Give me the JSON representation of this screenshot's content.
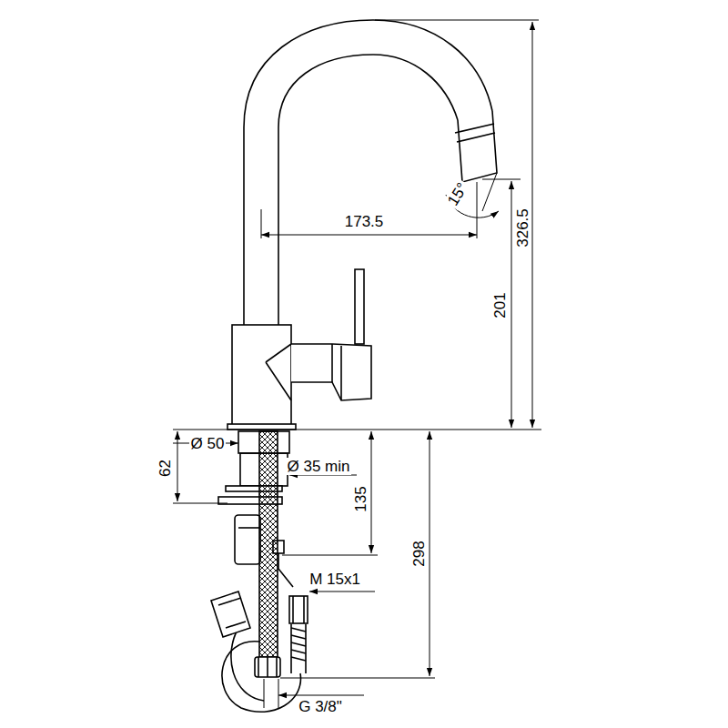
{
  "diagram": {
    "labels": [
      "173.5",
      "15°",
      "326.5",
      "201",
      "Ø 50",
      "62",
      "Ø 35 min",
      "135",
      "298",
      "M 15x1",
      "G 3/8\""
    ]
  }
}
